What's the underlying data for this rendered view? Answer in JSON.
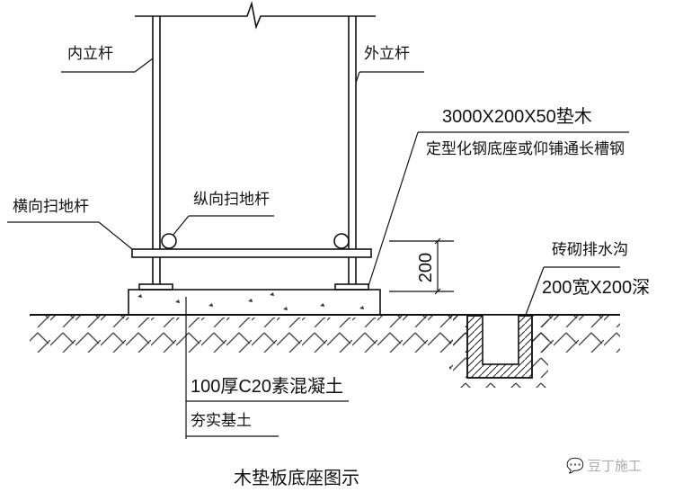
{
  "labels": {
    "inner_post": "内立杆",
    "outer_post": "外立杆",
    "wood_pad": "3000X200X50垫木",
    "steel_base": "定型化钢底座或仰铺通长槽钢",
    "transverse_sweep_bar": "横向扫地杆",
    "longitudinal_sweep_bar": "纵向扫地杆",
    "dimension_height": "200",
    "drain_ditch": "砖砌排水沟",
    "drain_size": "200宽X200深",
    "concrete": "100厚C20素混凝土",
    "compacted_soil": "夯实基土"
  },
  "title": "木垫板底座图示",
  "watermark": "豆丁施工"
}
